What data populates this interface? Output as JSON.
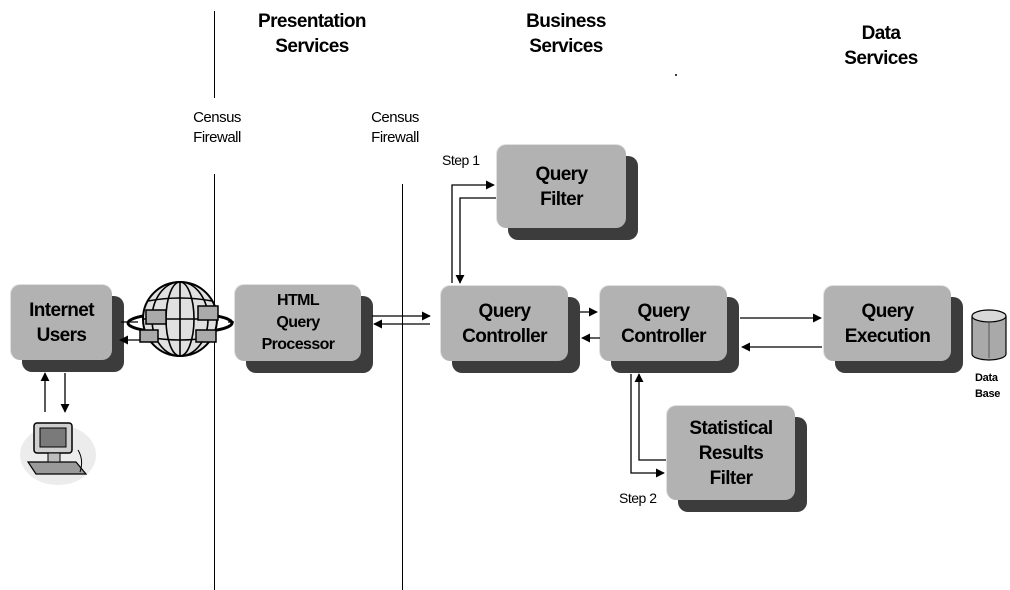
{
  "headers": {
    "presentation": "Presentation\nServices",
    "business": "Business\nServices",
    "data": "Data\nServices"
  },
  "firewalls": {
    "left": "Census\nFirewall",
    "right": "Census\nFirewall"
  },
  "boxes": {
    "internet_users": "Internet\nUsers",
    "html_query_processor": "HTML\nQuery\nProcessor",
    "query_filter": "Query\nFilter",
    "query_controller_1": "Query\nController",
    "query_controller_2": "Query\nController",
    "query_execution": "Query\nExecution",
    "statistical_results_filter": "Statistical\nResults\nFilter"
  },
  "steps": {
    "step1": "Step 1",
    "step2": "Step 2"
  },
  "database_label": "Data\nBase",
  "icons": {
    "globe": "globe-network-icon",
    "computer": "computer-user-icon",
    "database": "database-cylinder-icon"
  },
  "colors": {
    "box_face": "#b2b2b2",
    "box_shadow": "#3c3c3c",
    "line": "#000000"
  }
}
